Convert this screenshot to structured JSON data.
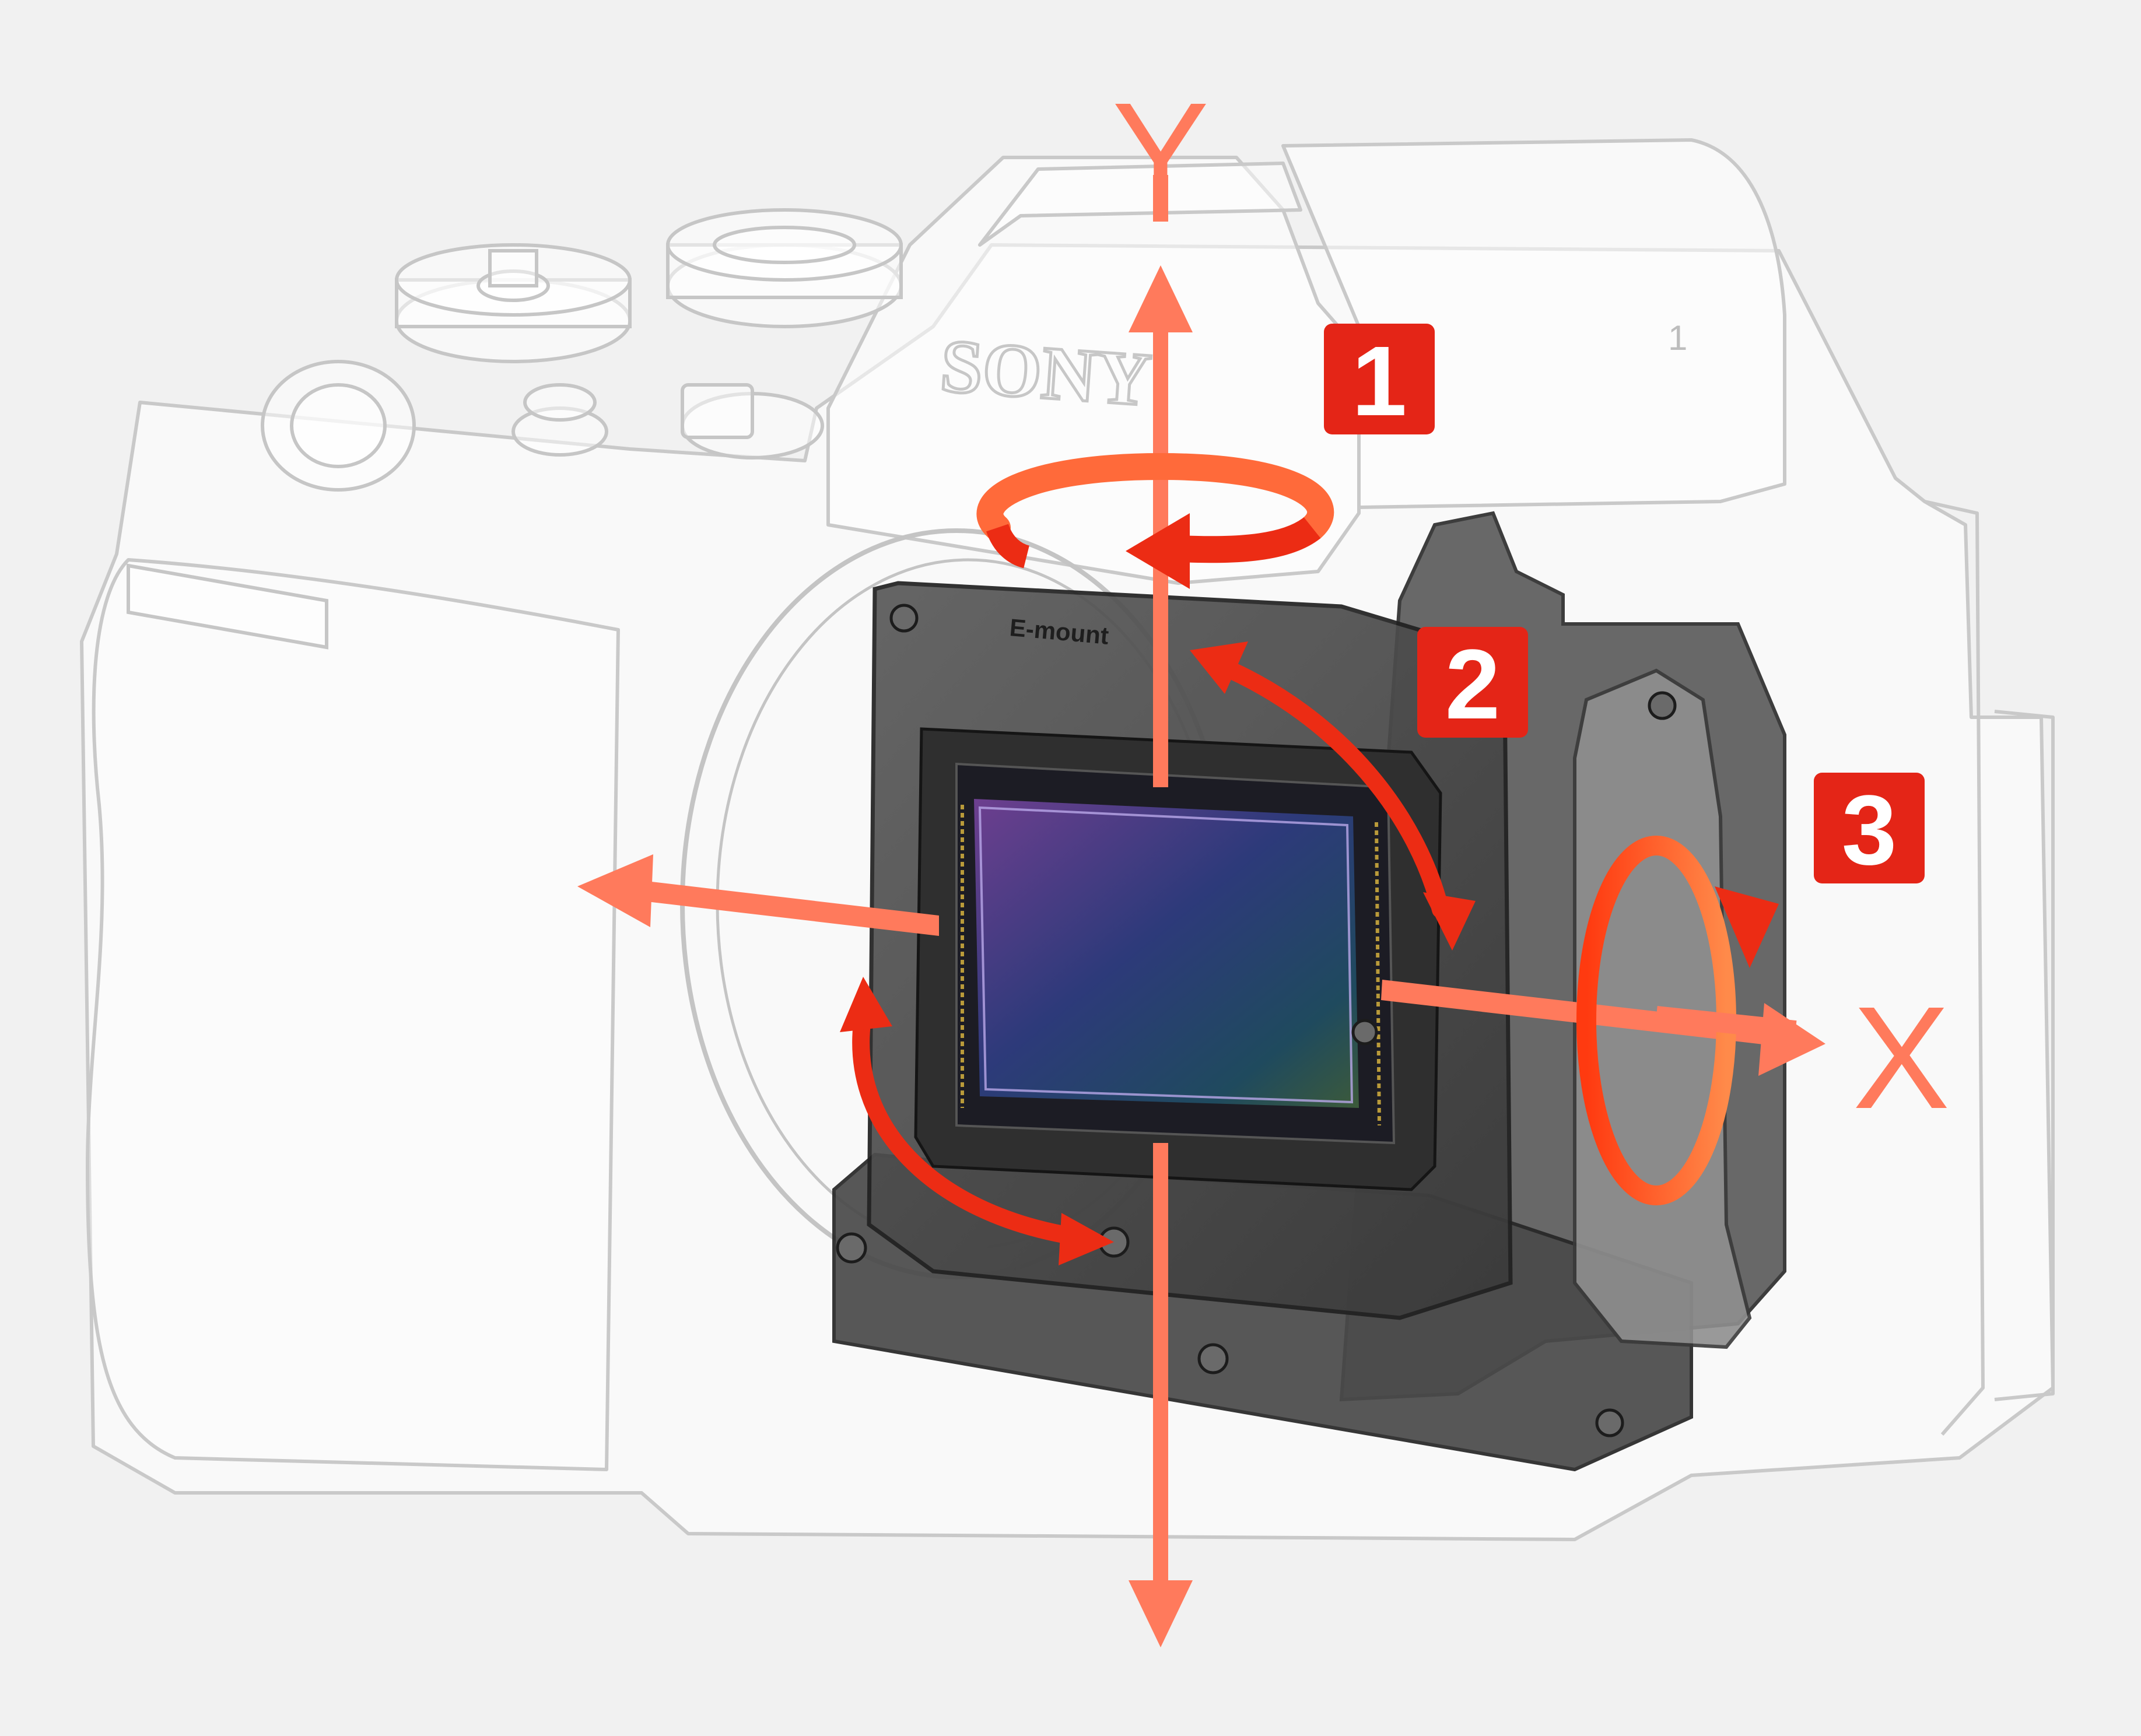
{
  "labels": {
    "axis_y": "Y",
    "axis_x": "X",
    "badge_1": "1",
    "badge_2": "2",
    "badge_3": "3",
    "brand": "SONY",
    "mount_text": "E-mount",
    "model_mark": "1"
  },
  "colors": {
    "background": "#f1f1f1",
    "axis_arrow": "#ff7a5c",
    "rotation_arrow": "#ec2c14",
    "rotation_arrow_light": "#ff6a3a",
    "badge": "#e42517",
    "body_outline": "#cfcfcf",
    "mechanism": "#4a4a4a",
    "sensor_dark": "#2b2d4a"
  },
  "icons": {
    "camera": "mirrorless-camera-xray-icon",
    "stabilizer": "sensor-shift-stabilizer-icon"
  }
}
